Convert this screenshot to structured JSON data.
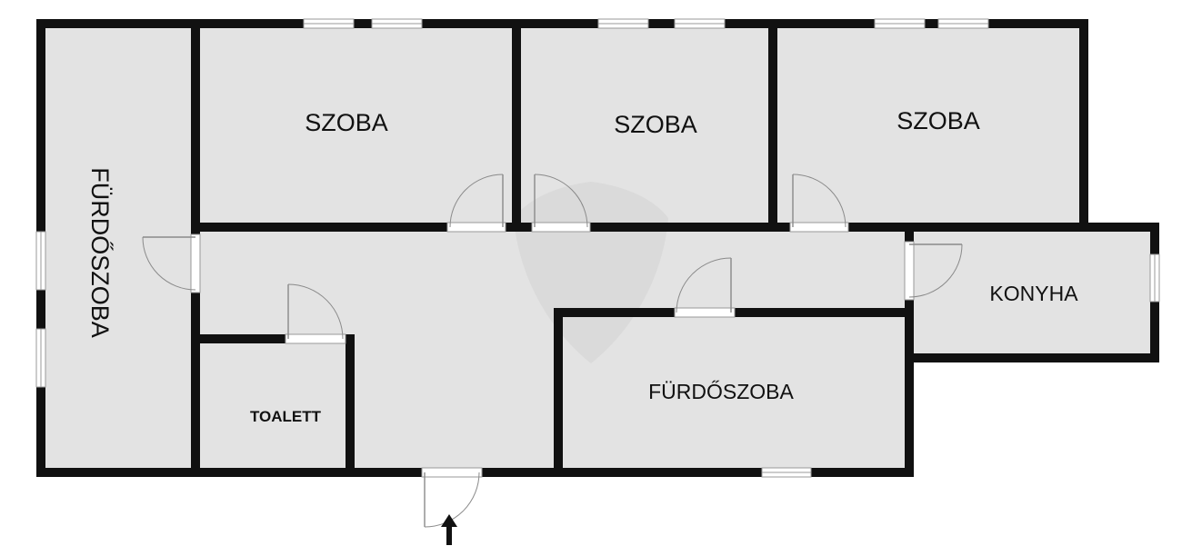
{
  "rooms": {
    "szoba_1": "SZOBA",
    "szoba_2": "SZOBA",
    "szoba_3": "SZOBA",
    "furdoszoba_left": "FÜRDŐSZOBA",
    "konyha": "KONYHA",
    "toalett": "TOALETT",
    "furdoszoba_center": "FÜRDŐSZOBA"
  },
  "colors": {
    "room_fill": "#e3e3e3",
    "wall": "#111111",
    "background": "#ffffff"
  },
  "icons": {
    "entrance": "entrance-arrow-icon",
    "watermark": "shield-watermark-icon"
  }
}
